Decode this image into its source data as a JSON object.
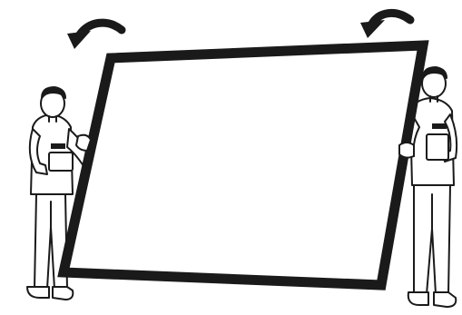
{
  "illustration": {
    "ink_color": "#1a1a1a",
    "paper_color": "#ffffff",
    "panel_fill": "#ffffff",
    "figures": [
      {
        "name": "left-person",
        "holds": "panel-left-edge",
        "badge_icon": "badge-icon"
      },
      {
        "name": "right-person",
        "holds": "panel-right-edge",
        "badge_icon": "badge-icon"
      }
    ],
    "arrows": [
      {
        "name": "rotate-arrow-left-icon",
        "direction": "counterclockwise"
      },
      {
        "name": "rotate-arrow-right-icon",
        "direction": "counterclockwise"
      }
    ]
  }
}
